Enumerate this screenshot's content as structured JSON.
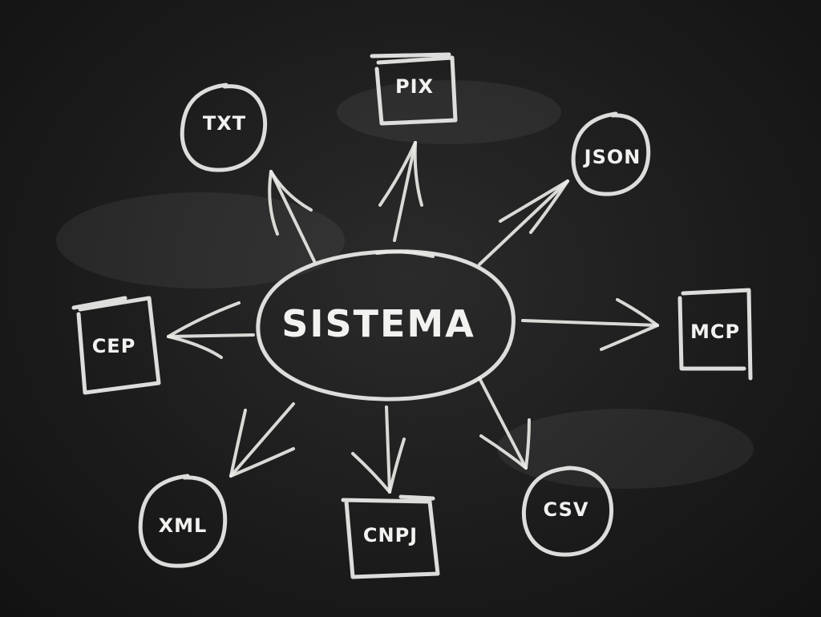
{
  "diagram": {
    "center": {
      "label": "SISTEMA"
    },
    "nodes": [
      {
        "id": "txt",
        "label": "TXT",
        "shape": "circle"
      },
      {
        "id": "pix",
        "label": "PIX",
        "shape": "box"
      },
      {
        "id": "json",
        "label": "JSON",
        "shape": "circle"
      },
      {
        "id": "cep",
        "label": "CEP",
        "shape": "box"
      },
      {
        "id": "mcp",
        "label": "MCP",
        "shape": "box"
      },
      {
        "id": "xml",
        "label": "XML",
        "shape": "circle"
      },
      {
        "id": "cnpj",
        "label": "CNPJ",
        "shape": "box"
      },
      {
        "id": "csv",
        "label": "CSV",
        "shape": "circle"
      }
    ],
    "edges": [
      {
        "from": "center",
        "to": "txt"
      },
      {
        "from": "center",
        "to": "pix"
      },
      {
        "from": "center",
        "to": "json"
      },
      {
        "from": "center",
        "to": "cep"
      },
      {
        "from": "center",
        "to": "mcp"
      },
      {
        "from": "center",
        "to": "xml"
      },
      {
        "from": "center",
        "to": "cnpj"
      },
      {
        "from": "center",
        "to": "csv"
      }
    ],
    "colors": {
      "chalk": "#ececea",
      "board": "#1c1c1c"
    }
  }
}
